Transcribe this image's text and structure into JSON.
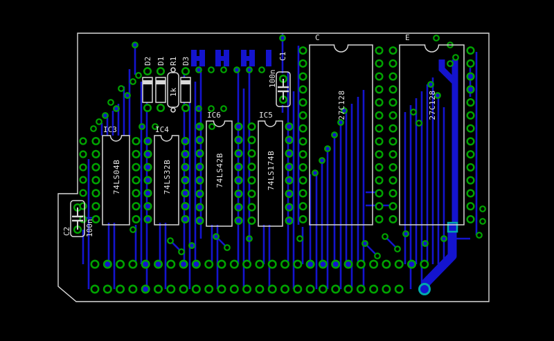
{
  "colors": {
    "background": "#000000",
    "trace_blue": "#1414ce",
    "pad_green": "#00a300",
    "silkscreen": "#d9d9d9",
    "highlight_teal": "#00aaaa",
    "text": "#e8e8e8"
  },
  "components": {
    "ics": [
      {
        "ref": "IC3",
        "value": "74LS04B"
      },
      {
        "ref": "IC4",
        "value": "74LS32B"
      },
      {
        "ref": "IC6",
        "value": "74LS42B"
      },
      {
        "ref": "IC5",
        "value": "74LS174B"
      },
      {
        "ref": "C",
        "value": "27C128"
      },
      {
        "ref": "E",
        "value": "27C128"
      }
    ],
    "diodes": [
      {
        "ref": "D2"
      },
      {
        "ref": "D1"
      },
      {
        "ref": "D3"
      }
    ],
    "resistor": {
      "ref": "R1",
      "value": "1k"
    },
    "capacitors": [
      {
        "ref": "C1",
        "value": "100n"
      },
      {
        "ref": "C2",
        "value": "100n"
      }
    ]
  }
}
